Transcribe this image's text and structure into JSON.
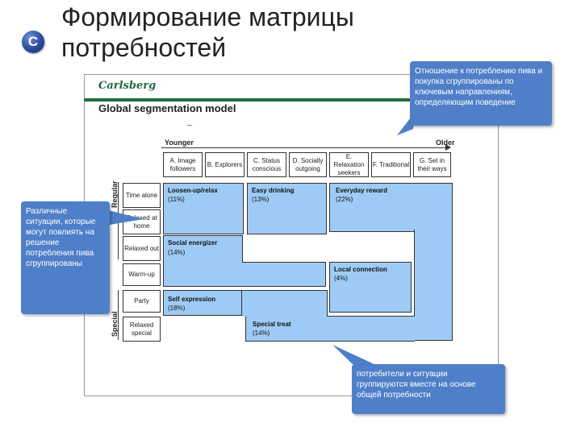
{
  "badge": "C",
  "title": "Формирование матрицы потребностей",
  "slide": {
    "logo": "Carlsberg",
    "heading": "Global segmentation model",
    "dash": "_",
    "axis": {
      "younger": "Younger",
      "older": "Older",
      "regular": "Regular",
      "special": "Special"
    },
    "segments": [
      "A. Image followers",
      "B. Explorers",
      "C. Status conscious",
      "D. Socially outgoing",
      "E. Relaxation seekers",
      "F. Traditional",
      "G. Set in their ways"
    ],
    "situations": [
      "Time alone",
      "Relaxed at home",
      "Relaxed out",
      "Warm-up",
      "Party",
      "Relaxed special"
    ],
    "needs": [
      {
        "name": "Loosen-up/relax",
        "share": "(11%)"
      },
      {
        "name": "Easy drinking",
        "share": "(13%)"
      },
      {
        "name": "Everyday reward",
        "share": "(22%)"
      },
      {
        "name": "Social energizer",
        "share": "(14%)"
      },
      {
        "name": "Local connection",
        "share": "(4%)"
      },
      {
        "name": "Self expression",
        "share": "(18%)"
      },
      {
        "name": "Special treat",
        "share": "(14%)"
      }
    ]
  },
  "callouts": {
    "top_right": "Отношение к потреблению пива и покупка сгруппированы по ключевым направлениям, определяющим поведение",
    "left": "Различные ситуации, которые могут повлиять на решение потребления пива сгруппированы",
    "bottom": "потребители и ситуации группируются вместе на основе общей потребности"
  },
  "colors": {
    "need_fill": "#9ecbf5",
    "callout": "#4f7fc8",
    "brand_green": "#1f6a3c"
  }
}
